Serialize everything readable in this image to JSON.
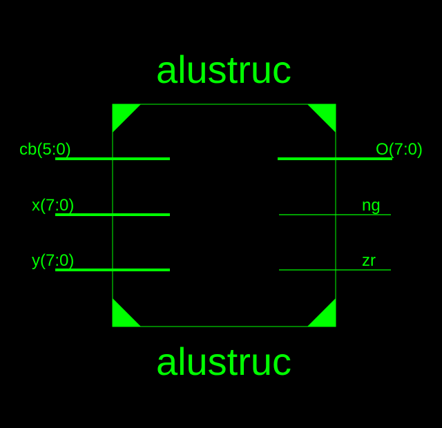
{
  "symbol": {
    "title_top": "alustruc",
    "title_bottom": "alustruc"
  },
  "ports": {
    "inputs": [
      {
        "name": "cb(5:0)",
        "bus": true
      },
      {
        "name": "x(7:0)",
        "bus": true
      },
      {
        "name": "y(7:0)",
        "bus": true
      }
    ],
    "outputs": [
      {
        "name": "O(7:0)",
        "bus": true
      },
      {
        "name": "ng",
        "bus": false
      },
      {
        "name": "zr",
        "bus": false
      }
    ]
  },
  "colors": {
    "background": "#000000",
    "stroke": "#00ff00"
  }
}
